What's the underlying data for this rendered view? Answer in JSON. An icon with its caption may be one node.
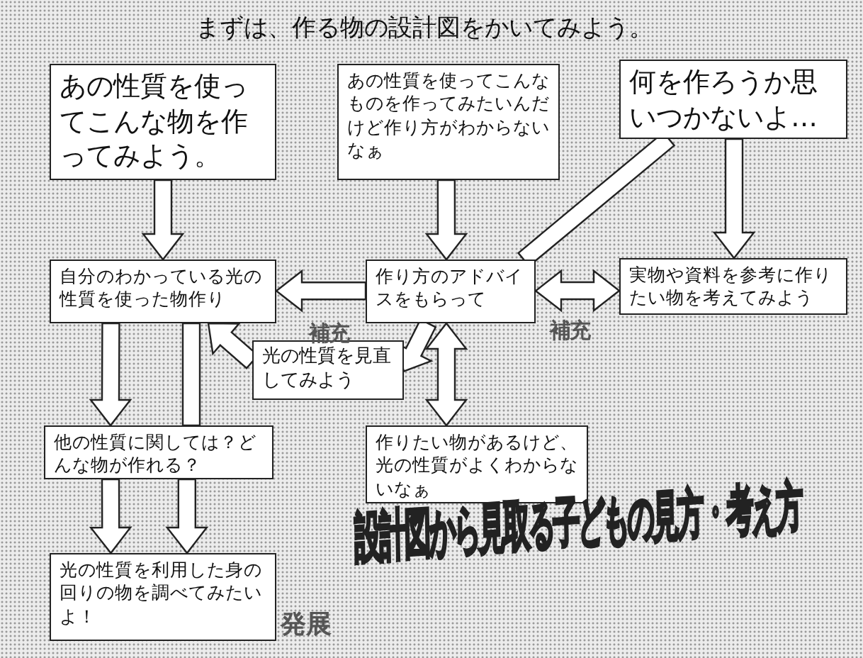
{
  "diagram": {
    "title": "まずは、作る物の設計図をかいてみよう。",
    "nodes": [
      {
        "text": [
          "あの性質を使ってこんな物を作ってみよう。"
        ]
      },
      {
        "text": [
          "あの性質を使ってこんなものを作ってみたいんだけど作り方がわからないなぁ"
        ]
      },
      {
        "text": [
          "何を作ろうか思いつかないよ…"
        ]
      },
      {
        "text": [
          "自分のわかっている光の性質を使った物作り"
        ]
      },
      {
        "text": [
          "作り方のアドバイスをもらって"
        ]
      },
      {
        "text": [
          "実物や資料を参考に作りたい物を考えてみよう"
        ]
      },
      {
        "text": [
          "光の性質を見直してみよう"
        ]
      },
      {
        "text": [
          "他の性質に関しては？どんな物が作れる？"
        ]
      },
      {
        "text": [
          "作りたい物があるけど、光の性質がよくわからないなぁ"
        ]
      },
      {
        "text": [
          "光の性質を利用した身の回りの物を調べてみたいよ！"
        ],
        "beside": [
          "発展"
        ]
      }
    ],
    "edges": [
      {
        "from": 0,
        "to": 3,
        "arrow": "to"
      },
      {
        "from": 1,
        "to": 4,
        "arrow": "to"
      },
      {
        "from": 2,
        "to": 4,
        "arrow": "none"
      },
      {
        "from": 2,
        "to": 5,
        "arrow": "to"
      },
      {
        "from": 4,
        "to": 3,
        "arrow": "to"
      },
      {
        "from": 4,
        "to": 5,
        "arrow": "both"
      },
      {
        "from": 4,
        "to": 6,
        "arrow": "to"
      },
      {
        "from": 6,
        "to": 3,
        "arrow": "to"
      },
      {
        "from": 4,
        "to": 8,
        "arrow": "both"
      },
      {
        "from": 3,
        "to": 7,
        "arrow": "to"
      },
      {
        "from": 3,
        "to": 7,
        "arrow": "none"
      },
      {
        "from": 7,
        "to": 9,
        "arrow": "to"
      },
      {
        "from": 7,
        "to": 9,
        "arrow": "to"
      }
    ],
    "labels": [
      "補充",
      "補充",
      "設計図から見取る子どもの見方・考え方"
    ]
  }
}
